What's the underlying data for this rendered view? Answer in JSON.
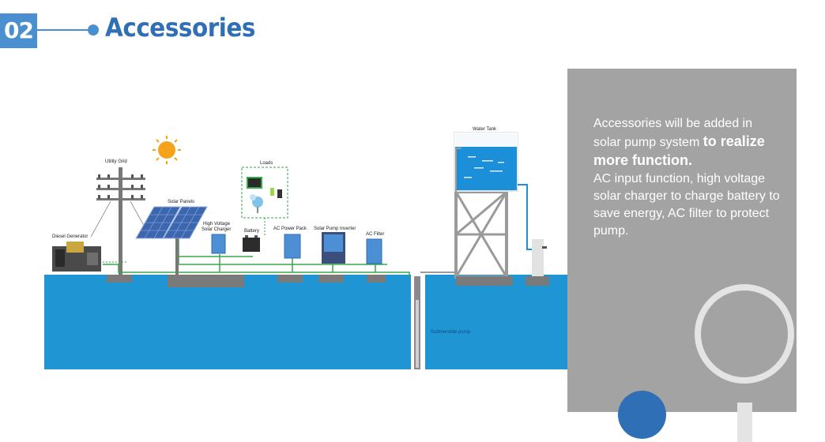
{
  "header": {
    "number": "02",
    "title": "Accessories"
  },
  "diagram": {
    "labels": {
      "utility_grid": "Utility Grid",
      "solar_panels": "Solar Panels",
      "loads": "Loads",
      "high_voltage": "High Voltage",
      "solar_charger": "Solar Charger",
      "battery": "Battery",
      "ac_power_pack": "AC Power Pack",
      "solar_pump_inverter": "Solar Pump Inverter",
      "ac_filter": "AC Filter",
      "water_tank": "Water Tank",
      "diesel_generator": "Diesel Generator",
      "submersible_pump": "Submersible pump"
    },
    "colors": {
      "ground": "#1f95d3",
      "panel": "#a3a3a3",
      "accent": "#2f6fb5",
      "wire": "#3aa64a"
    }
  },
  "panel": {
    "text_part1": "Accessories will be added in solar pump system ",
    "text_bold": "to realize more function.",
    "text_part2": "AC input function, high voltage solar charger to charge battery to save energy, AC filter to protect pump."
  }
}
